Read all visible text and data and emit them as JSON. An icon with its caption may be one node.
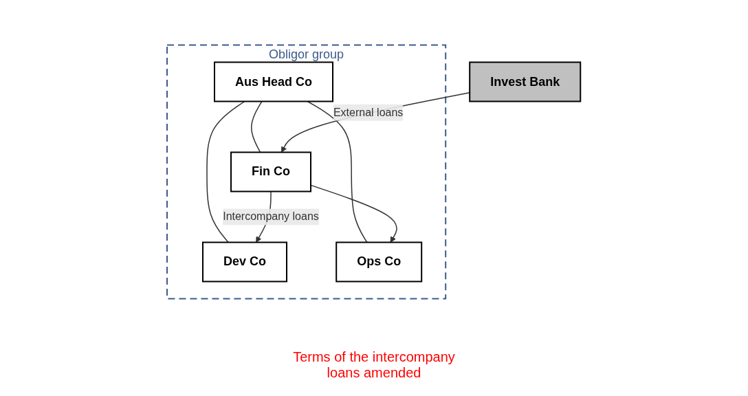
{
  "diagram": {
    "nodes": [
      {
        "text": [
          "Obligor group"
        ]
      },
      {
        "text": [
          "Aus Head Co"
        ],
        "in": 0
      },
      {
        "text": [
          "Dev Co"
        ],
        "in": 0
      },
      {
        "text": [
          "Ops Co"
        ],
        "in": 0
      },
      {
        "text": [
          "Fin Co"
        ],
        "in": 0
      },
      {
        "text": [
          "Invest Bank"
        ]
      }
    ],
    "edges": [
      {
        "from": 1,
        "to": 2,
        "arrow": "none"
      },
      {
        "from": 1,
        "to": 3,
        "arrow": "none"
      },
      {
        "from": 1,
        "to": 4,
        "arrow": "none"
      },
      {
        "from": 5,
        "to": 4,
        "arrow": "to",
        "label": "External loans"
      },
      {
        "from": 4,
        "to": 3,
        "arrow": "to"
      },
      {
        "from": 4,
        "to": 2,
        "arrow": "to",
        "label": "Intercompany loans"
      }
    ],
    "labels": [
      "Terms of the intercompany loans amended"
    ]
  }
}
